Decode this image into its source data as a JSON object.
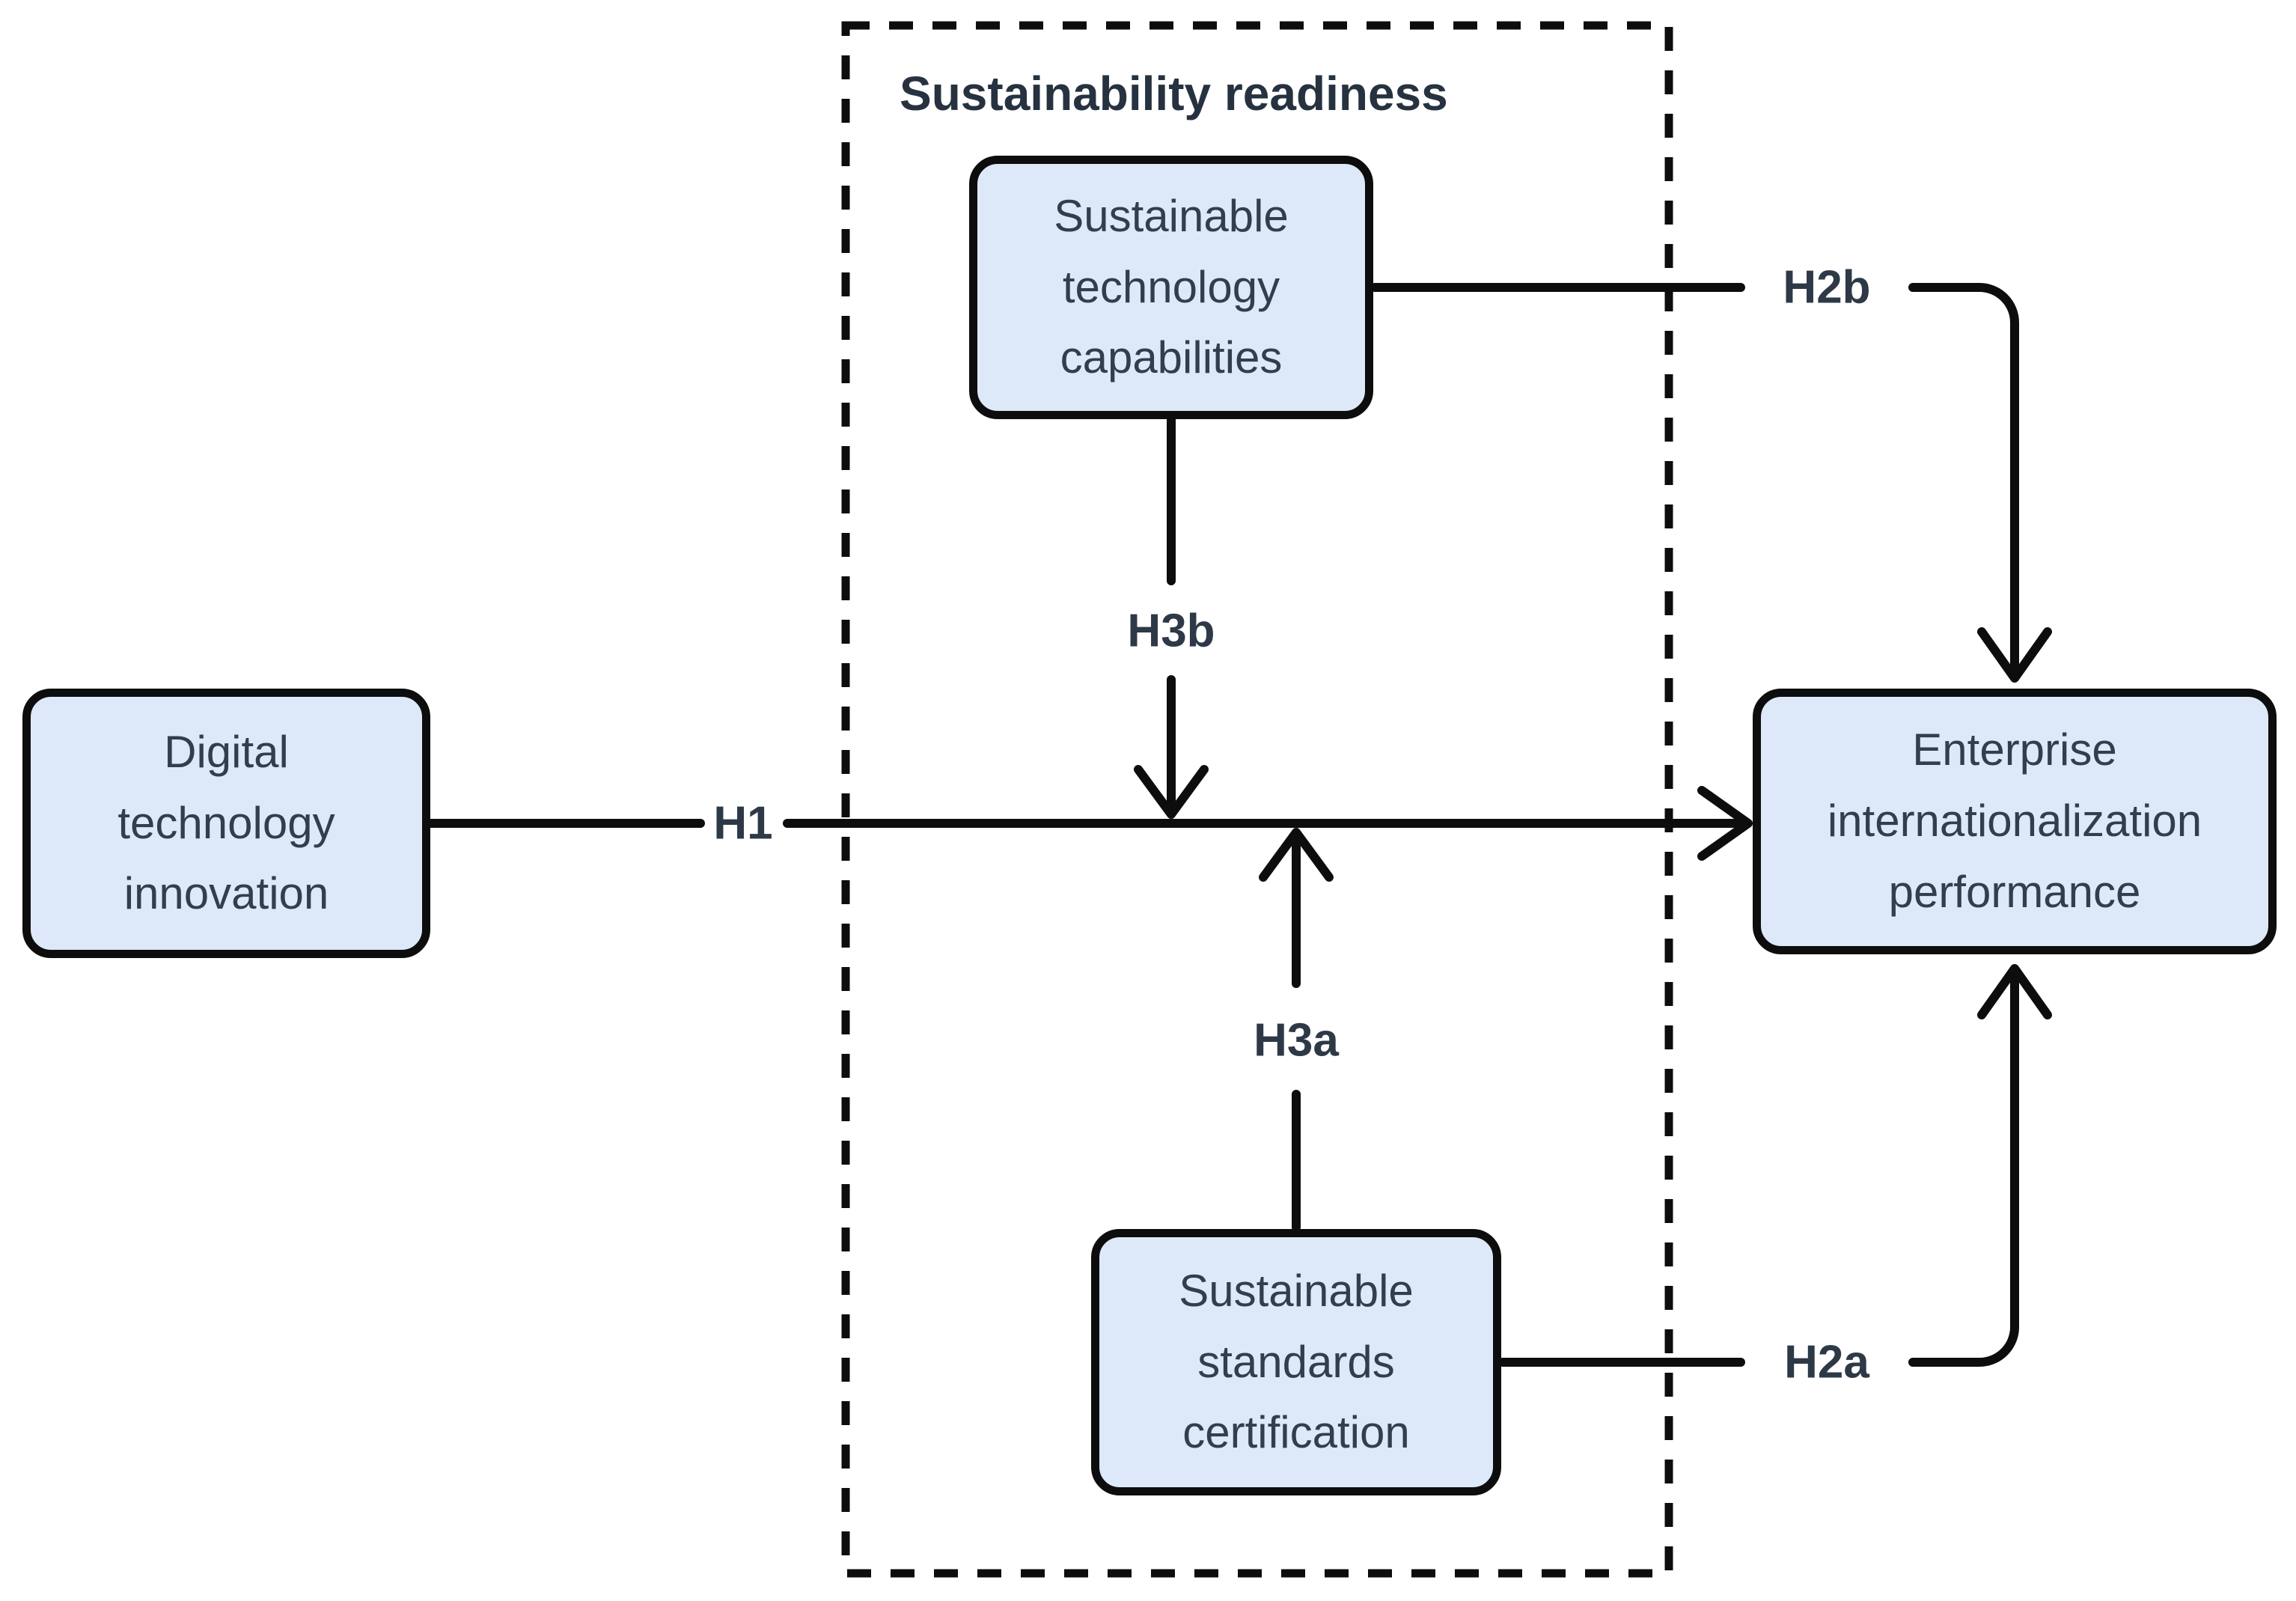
{
  "diagram": {
    "group": {
      "title": "Sustainability readiness"
    },
    "nodes": {
      "digital_technology_innovation": {
        "label": "Digital\ntechnology\ninnovation"
      },
      "sustainable_technology_capabilities": {
        "label": "Sustainable\ntechnology\ncapabilities"
      },
      "sustainable_standards_certification": {
        "label": "Sustainable\nstandards\ncertification"
      },
      "enterprise_internationalization_performance": {
        "label": "Enterprise\ninternationalization\nperformance"
      }
    },
    "hypotheses": {
      "h1": {
        "label": "H1"
      },
      "h2a": {
        "label": "H2a"
      },
      "h2b": {
        "label": "H2b"
      },
      "h3a": {
        "label": "H3a"
      },
      "h3b": {
        "label": "H3b"
      }
    },
    "colors": {
      "node_fill": "#dde9f9",
      "node_border": "#0d0d0d",
      "line": "#0d0d0d",
      "text": "#333e4c",
      "label_text": "#2e3947",
      "background": "#ffffff"
    }
  }
}
